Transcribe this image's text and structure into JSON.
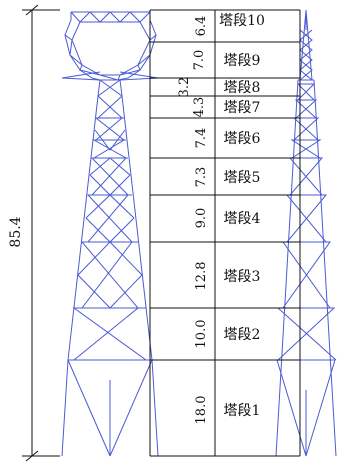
{
  "total_height": "85.4",
  "segments": [
    {
      "name": "塔段10",
      "height": "6.4"
    },
    {
      "name": "塔段9",
      "height": "7.0"
    },
    {
      "name": "塔段8",
      "height": "3.2"
    },
    {
      "name": "塔段7",
      "height": "4.3"
    },
    {
      "name": "塔段6",
      "height": "7.4"
    },
    {
      "name": "塔段5",
      "height": "7.3"
    },
    {
      "name": "塔段4",
      "height": "9.0"
    },
    {
      "name": "塔段3",
      "height": "12.8"
    },
    {
      "name": "塔段2",
      "height": "10.0"
    },
    {
      "name": "塔段1",
      "height": "18.0"
    }
  ],
  "colors": {
    "tower": "#4a5bd4",
    "annotation": "#111111"
  }
}
